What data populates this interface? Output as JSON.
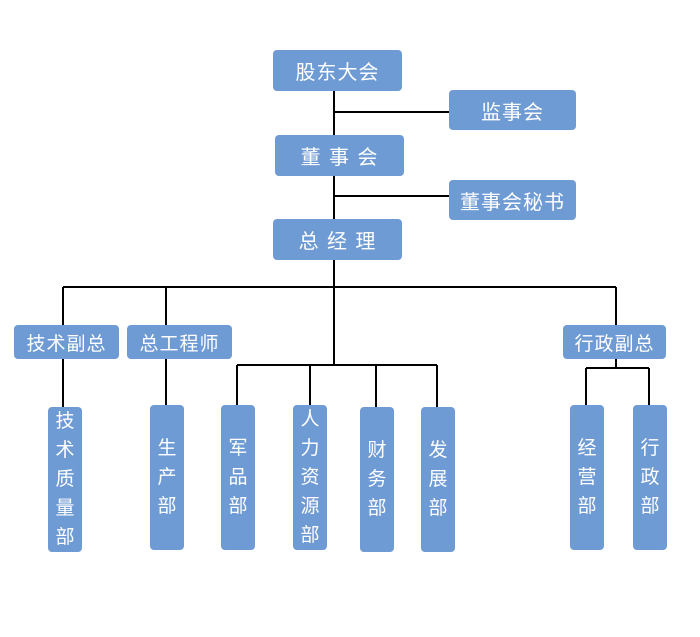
{
  "org_chart": {
    "shareholders_meeting": "股东大会",
    "supervisory_board": "监事会",
    "board_of_directors": "董 事 会",
    "board_secretary": "董事会秘书",
    "general_manager": "总 经 理",
    "tech_vp": "技术副总",
    "chief_engineer": "总工程师",
    "admin_vp": "行政副总",
    "departments": {
      "tech_quality": "技术质量部",
      "production": "生产部",
      "military": "军品部",
      "hr": "人力资源部",
      "finance": "财务部",
      "development": "发展部",
      "operations": "经营部",
      "admin": "行政部"
    }
  }
}
